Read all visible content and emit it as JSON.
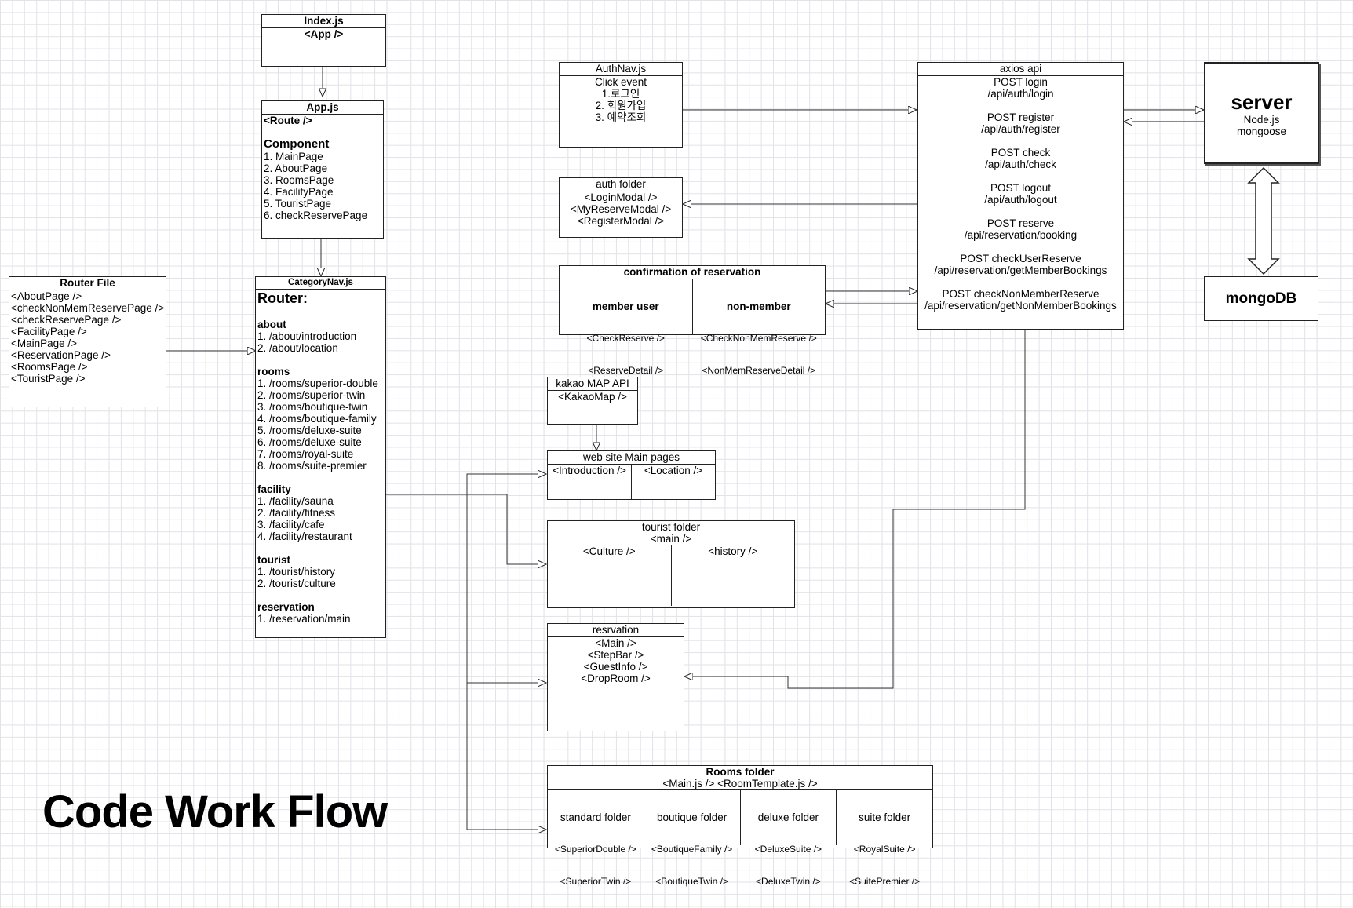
{
  "title": "Code Work Flow",
  "index": {
    "title": "Index.js",
    "body": "<App />"
  },
  "app": {
    "title": "App.js",
    "route": "<Route />",
    "component_title": "Component",
    "items": [
      "1. MainPage",
      "2. AboutPage",
      "3. RoomsPage",
      "4. FacilityPage",
      "5. TouristPage",
      "6. checkReservePage"
    ]
  },
  "router_file": {
    "title": "Router File",
    "items": [
      "<AboutPage />",
      "<checkNonMemReservePage />",
      "<checkReservePage />",
      "<FacilityPage />",
      "<MainPage />",
      "<ReservationPage />",
      "<RoomsPage />",
      "<TouristPage />"
    ]
  },
  "category_nav": {
    "title": "CategoryNav.js",
    "router": "Router:",
    "sections": [
      {
        "name": "about",
        "items": [
          "1. /about/introduction",
          "2. /about/location"
        ]
      },
      {
        "name": "rooms",
        "items": [
          "1. /rooms/superior-double",
          "2. /rooms/superior-twin",
          "3. /rooms/boutique-twin",
          "4. /rooms/boutique-family",
          "5. /rooms/deluxe-suite",
          "6. /rooms/deluxe-suite",
          "7. /rooms/royal-suite",
          "8. /rooms/suite-premier"
        ]
      },
      {
        "name": "facility",
        "items": [
          "1. /facility/sauna",
          "2. /facility/fitness",
          "3. /facility/cafe",
          "4. /facility/restaurant"
        ]
      },
      {
        "name": "tourist",
        "items": [
          "1. /tourist/history",
          "2. /tourist/culture"
        ]
      },
      {
        "name": "reservation",
        "items": [
          "1. /reservation/main"
        ]
      }
    ]
  },
  "authnav": {
    "title": "AuthNav.js",
    "lines": [
      "Click event",
      "1.로그인",
      "2. 회원가입",
      "3. 예약조회"
    ]
  },
  "auth_folder": {
    "title": "auth folder",
    "lines": [
      "<LoginModal />",
      "<MyReserveModal />",
      "<RegisterModal />"
    ]
  },
  "confirmation": {
    "title": "confirmation of reservation",
    "member": {
      "title": "member user",
      "lines": [
        "<CheckReserve />",
        "<ReserveDetail />"
      ]
    },
    "nonmember": {
      "title": "non-member",
      "lines": [
        "<CheckNonMemReserve />",
        "<NonMemReserveDetail />"
      ]
    }
  },
  "kakao": {
    "title": "kakao MAP API",
    "body": "<KakaoMap />"
  },
  "main_pages": {
    "title": "web site Main pages",
    "cols": [
      "<Introduction />",
      "<Location />"
    ]
  },
  "tourist_folder": {
    "title": "tourist folder",
    "subtitle": "<main />",
    "cols": [
      "<Culture />",
      "<history />"
    ]
  },
  "reservation": {
    "title": "resrvation",
    "lines": [
      "<Main />",
      "<StepBar />",
      "<GuestInfo />",
      "<DropRoom />"
    ]
  },
  "rooms_folder": {
    "title": "Rooms folder",
    "subtitle": "<Main.js />  <RoomTemplate.js />",
    "cols": [
      {
        "title": "standard folder",
        "lines": [
          "<SuperiorDouble />",
          "<SuperiorTwin />"
        ]
      },
      {
        "title": "boutique folder",
        "lines": [
          "<BoutiqueFamily />",
          "<BoutiqueTwin />"
        ]
      },
      {
        "title": "deluxe folder",
        "lines": [
          "<DeluxeSuite />",
          "<DeluxeTwin />"
        ]
      },
      {
        "title": "suite folder",
        "lines": [
          "<RoyalSuite />",
          "<SuitePremier />"
        ]
      }
    ]
  },
  "axios": {
    "title": "axios api",
    "endpoints": [
      {
        "method": "POST login",
        "path": "/api/auth/login"
      },
      {
        "method": "POST register",
        "path": "/api/auth/register"
      },
      {
        "method": "POST check",
        "path": "/api/auth/check"
      },
      {
        "method": "POST logout",
        "path": "/api/auth/logout"
      },
      {
        "method": "POST reserve",
        "path": "/api/reservation/booking"
      },
      {
        "method": "POST checkUserReserve",
        "path": "/api/reservation/getMemberBookings"
      },
      {
        "method": "POST checkNonMemberReserve",
        "path": "/api/reservation/getNonMemberBookings"
      }
    ]
  },
  "server": {
    "title": "server",
    "lines": [
      "Node.js",
      "mongoose"
    ]
  },
  "mongodb": {
    "title": "mongoDB"
  }
}
